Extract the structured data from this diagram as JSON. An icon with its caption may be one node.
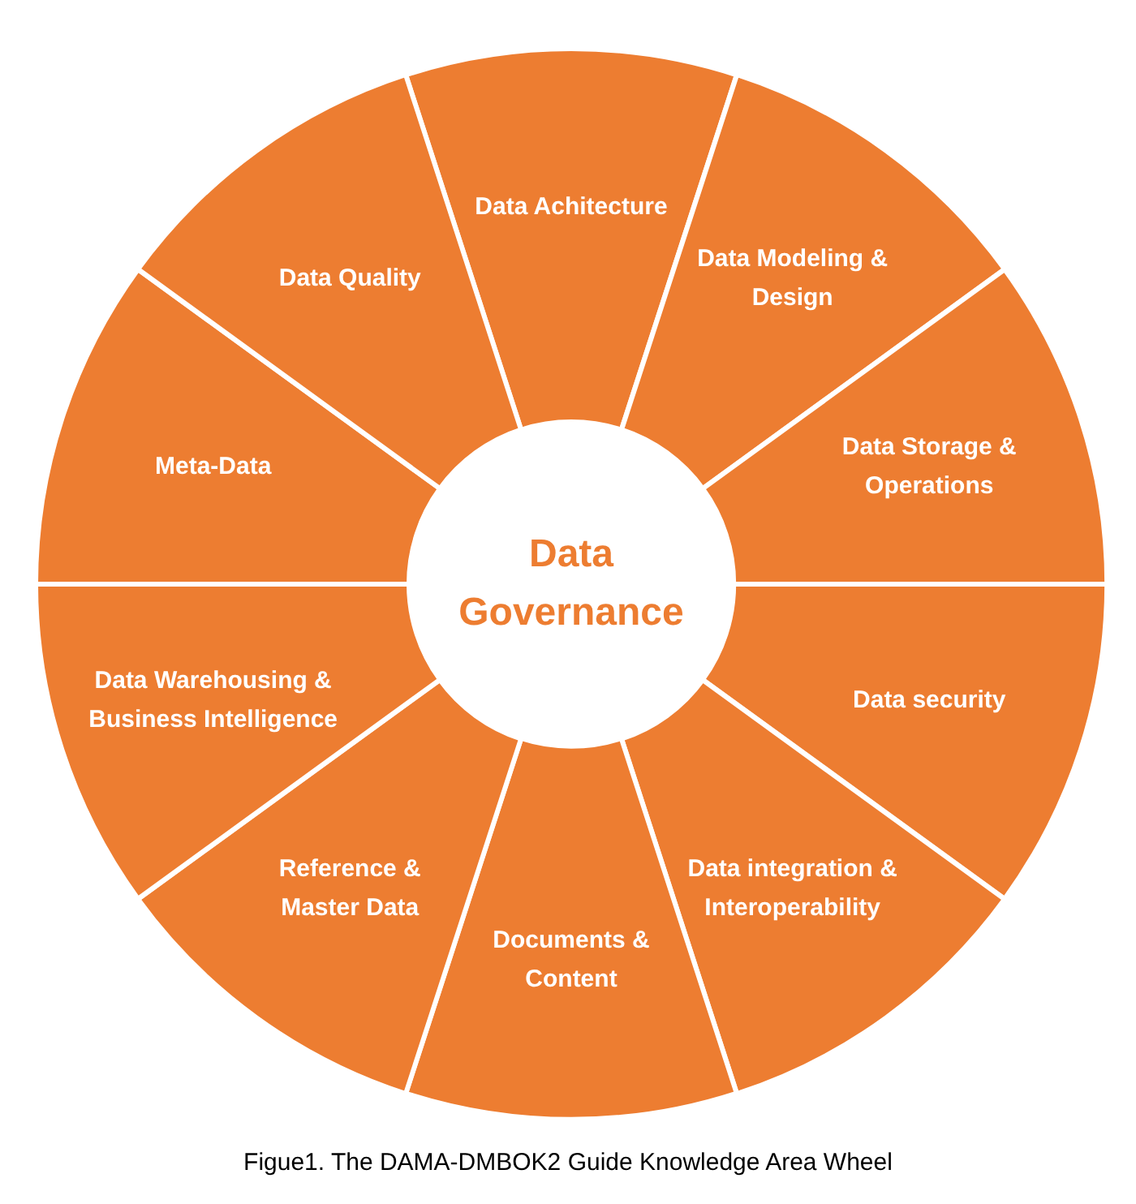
{
  "diagram": {
    "caption": "Figue1. The DAMA-DMBOK2 Guide Knowledge Area Wheel",
    "nodes": [
      {
        "text": [
          "Data Governance"
        ]
      },
      {
        "text": [
          "Data Achitecture"
        ]
      },
      {
        "text": [
          "Data Modeling & Design"
        ]
      },
      {
        "text": [
          "Data Storage & Operations"
        ]
      },
      {
        "text": [
          "Data security"
        ]
      },
      {
        "text": [
          "Data integration & Interoperability"
        ]
      },
      {
        "text": [
          "Documents & Content"
        ]
      },
      {
        "text": [
          "Reference & Master Data"
        ]
      },
      {
        "text": [
          "Data Warehousing & Business Intelligence"
        ]
      },
      {
        "text": [
          "Meta-Data"
        ]
      },
      {
        "text": [
          "Data Quality"
        ]
      }
    ]
  }
}
